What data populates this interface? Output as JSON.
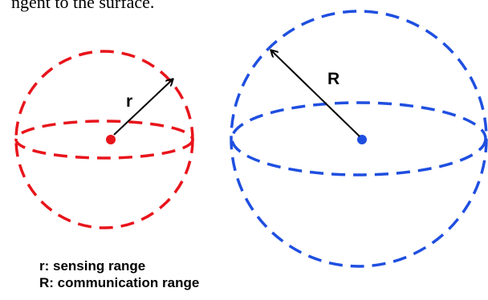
{
  "caption_fragment": "ngent to the surface.",
  "spheres": {
    "sensing": {
      "radius_label": "r",
      "color": "#e8141b"
    },
    "communication": {
      "radius_label": "R",
      "color": "#1f4fe0"
    }
  },
  "legend": {
    "line1": "r: sensing range",
    "line2": "R: communication range"
  }
}
